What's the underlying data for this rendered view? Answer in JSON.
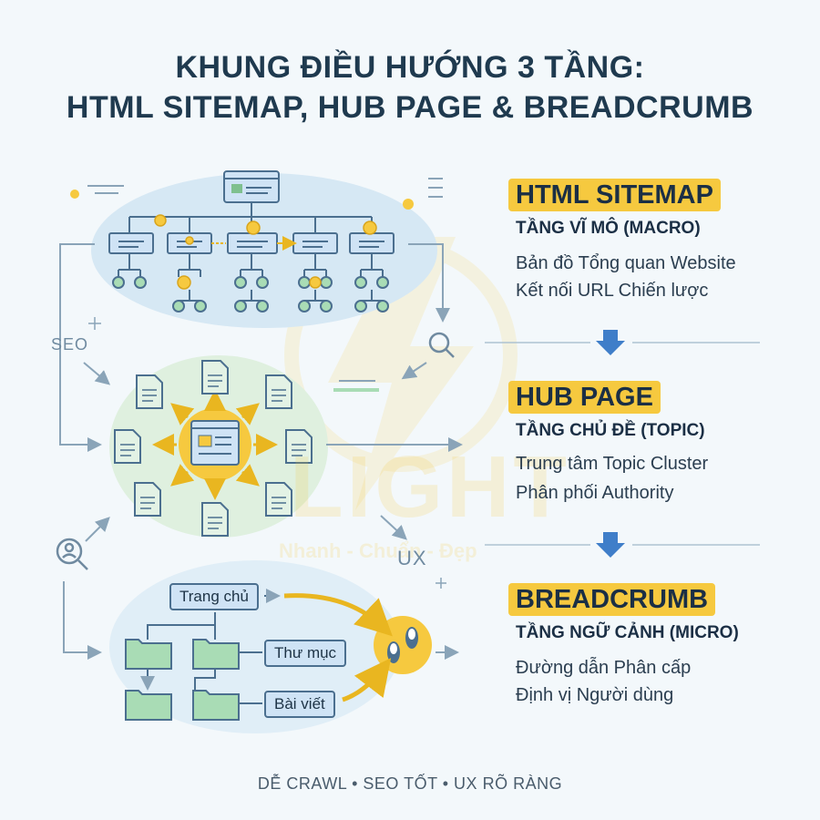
{
  "title": {
    "line1": "KHUNG ĐIỀU HƯỚNG 3 TẦNG:",
    "line2": "HTML SITEMAP, HUB PAGE & BREADCRUMB"
  },
  "tiers": [
    {
      "heading": "HTML SITEMAP",
      "subtitle": "TẦNG VĨ MÔ (MACRO)",
      "lines": [
        "Bản đồ Tổng quan Website",
        "Kết nối URL Chiến lược"
      ]
    },
    {
      "heading": "HUB PAGE",
      "subtitle": "TẦNG CHỦ ĐỀ (TOPIC)",
      "lines": [
        "Trung tâm Topic Cluster",
        "Phân phối Authority"
      ]
    },
    {
      "heading": "BREADCRUMB",
      "subtitle": "TẦNG NGỮ CẢNH (MICRO)",
      "lines": [
        "Đường dẫn Phân cấp",
        "Định vị Người dùng"
      ]
    }
  ],
  "breadcrumb_nodes": {
    "home": "Trang chủ",
    "folder": "Thư mục",
    "post": "Bài viết"
  },
  "side_labels": {
    "seo": "SEO",
    "ux": "UX"
  },
  "watermark": {
    "brand": "LIGHT",
    "tagline": "Nhanh - Chuẩn - Đẹp"
  },
  "footer": "DỄ CRAWL • SEO TỐT • UX RÕ RÀNG",
  "colors": {
    "accent": "#f6c93f",
    "box_fill": "#cfe3f5",
    "box_stroke": "#4b6f8f",
    "leaf": "#a9dcb5",
    "arrow": "#3f7ec9"
  }
}
